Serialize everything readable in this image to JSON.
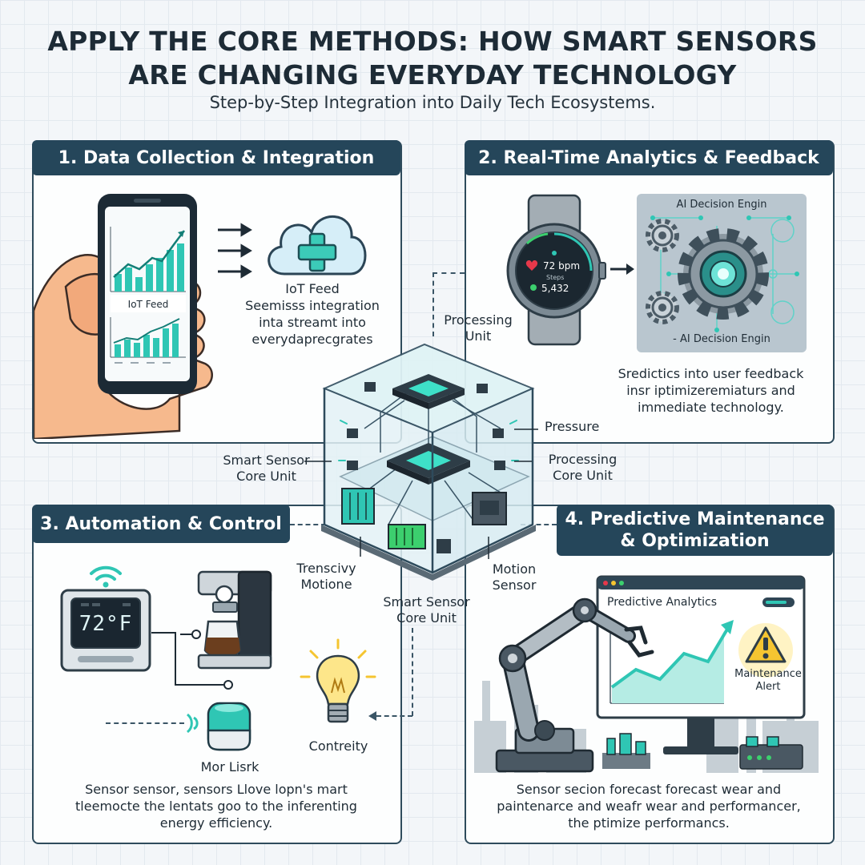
{
  "header": {
    "title_line1": "APPLY THE CORE METHODS: HOW SMART SENSORS",
    "title_line2": "ARE CHANGING EVERYDAY TECHNOLOGY",
    "subtitle": "Step-by-Step Integration into Daily Tech Ecosystems."
  },
  "panel1": {
    "title": "1. Data Collection & Integration",
    "phone_label": "IoT Feed",
    "feed_title": "IoT Feed",
    "feed_line1": "Seemisss integration",
    "feed_line2": "inta streamt into",
    "feed_line3": "everydaprecgrates"
  },
  "panel2": {
    "title": "2. Real-Time Analytics & Feedback",
    "watch_bpm": "72 bpm",
    "watch_steps_label": "Steps",
    "watch_steps": "5,432",
    "ai_title_top": "AI Decision Engin",
    "ai_title_bottom": "- AI Decision Engin",
    "desc_line1": "Sredictics into user feedback",
    "desc_line2": "insr iptimizeremiaturs and",
    "desc_line3": "immediate technology."
  },
  "core": {
    "processing_unit_top_1": "Processing",
    "processing_unit_top_2": "Unit",
    "pressure": "Pressure",
    "processing_core_1": "Processing",
    "processing_core_2": "Core Unit",
    "smart_sensor_left_1": "Smart Sensor",
    "smart_sensor_left_2": "Core Unit",
    "transcivy_1": "Trenscivy",
    "transcivy_2": "Motione",
    "motion_1": "Motion",
    "motion_2": "Sensor",
    "smart_sensor_bottom_1": "Smart Sensor",
    "smart_sensor_bottom_2": "Core Unit"
  },
  "panel3": {
    "title": "3. Automation & Control",
    "thermostat_temp": "72°F",
    "mor_lisrk": "Mor Lisrk",
    "contreity": "Contreity",
    "desc_line1": "Sensor sensor, sensors Llove lopn's mart",
    "desc_line2": "tleemocte the lentats goo to the inferenting",
    "desc_line3": "energy efficiency."
  },
  "panel4": {
    "title_line1": "4. Predictive Maintenance",
    "title_line2": "& Optimization",
    "screen_title": "Predictive Analytics",
    "alert_line1": "Maintenance",
    "alert_line2": "Alert",
    "desc_line1": "Sensor secion forecast forecast wear and",
    "desc_line2": "paintenarce and weafr wear and performancer,",
    "desc_line3": "the ptimize performancs."
  },
  "colors": {
    "navy": "#25465a",
    "teal": "#2fc6b4",
    "accent_yellow": "#f5c531",
    "phone_dark": "#1c2a35"
  },
  "icons": [
    "smartphone-icon",
    "cloud-plus-icon",
    "smartwatch-icon",
    "gear-icon",
    "sensor-cube-icon",
    "chip-icon",
    "wifi-icon",
    "thermostat-icon",
    "coffee-maker-icon",
    "light-bulb-icon",
    "smart-speaker-icon",
    "robot-arm-icon",
    "monitor-icon",
    "warning-icon"
  ]
}
